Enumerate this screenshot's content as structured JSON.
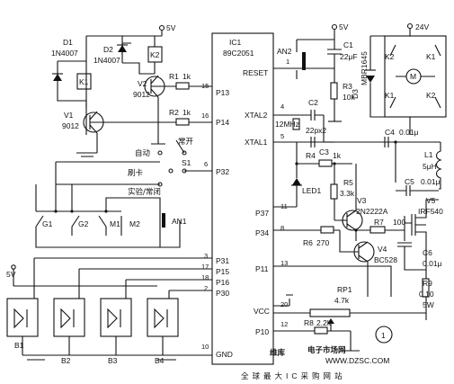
{
  "ic": {
    "ref": "IC1",
    "part": "89C2051"
  },
  "supply": {
    "v5_top": "5V",
    "v5_right": "5V",
    "v5_left": "5V",
    "v24": "24V"
  },
  "pins": {
    "reset": "RESET",
    "reset_num": "1",
    "xtal2": "XTAL2",
    "xtal2_num": "4",
    "xtal1": "XTAL1",
    "xtal1_num": "5",
    "p13": "P13",
    "p13_num": "15",
    "p14": "P14",
    "p14_num": "16",
    "p32": "P32",
    "p32_num": "6",
    "p37": "P37",
    "p37_num": "11",
    "p34": "P34",
    "p34_num": "8",
    "p11": "P11",
    "p11_num": "13",
    "p31": "P31",
    "p31_num": "3",
    "p15": "P15",
    "p15_num": "17",
    "p16": "P16",
    "p16_num": "18",
    "p30": "P30",
    "p30_num": "2",
    "vcc": "VCC",
    "vcc_num": "20",
    "p10": "P10",
    "p10_num": "12",
    "gnd": "GND",
    "gnd_num": "10"
  },
  "parts": {
    "d1": "D1",
    "d1_type": "1N4007",
    "d2": "D2",
    "d2_type": "1N4007",
    "k1": "K1",
    "k2": "K2",
    "v1": "V1",
    "v1_type": "9012",
    "v2": "V2",
    "v2_type": "9012",
    "r1": "R1",
    "r1_val": "1k",
    "r2": "R2",
    "r2_val": "1k",
    "an2": "AN2",
    "c1": "C1",
    "c1_val": "22μF",
    "r3": "R3",
    "r3_val": "10k",
    "c2": "C2",
    "xtal_freq": "12MHz",
    "c2c3_val": "22px2",
    "c3": "C3",
    "r4": "R4",
    "r4_val": "1k",
    "led1": "LED1",
    "r5": "R5",
    "r5_val": "3.3k",
    "v3": "V3",
    "v3_type": "2N2222A",
    "r6": "R6",
    "r6_val": "270",
    "r7": "R7",
    "r7_val": "100",
    "v4": "V4",
    "v4_type": "BC528",
    "d3": "D3",
    "d3_type": "MBR1645",
    "motor": "M",
    "c4": "C4",
    "c4_val": "0.01μ",
    "l1": "L1",
    "l1_val": "5μH",
    "c5": "C5",
    "c5_val": "0.01μ",
    "v5": "V5",
    "v5_type": "IRF540",
    "c6": "C6",
    "c6_val": "0.01μ",
    "r9": "R9",
    "r9_val1": "0.10",
    "r9_val2": "5W",
    "rp1": "RP1",
    "rp1_val": "4.7k",
    "r8": "R8",
    "r8_val": "2.2k",
    "s1": "S1",
    "auto": "自动",
    "normal_open": "常开",
    "card": "刷卡",
    "test_nc": "实验/常闭",
    "g1": "G1",
    "g2": "G2",
    "m1": "M1",
    "m2": "M2",
    "an1": "AN1",
    "b1": "B1",
    "b2": "B2",
    "b3": "B3",
    "b4": "B4",
    "circled": "1"
  },
  "watermark": {
    "brand": "维库",
    "title": "电子市场网",
    "url": "WWW.DZSC.COM",
    "slogan": "全球最大IC采购网站"
  }
}
